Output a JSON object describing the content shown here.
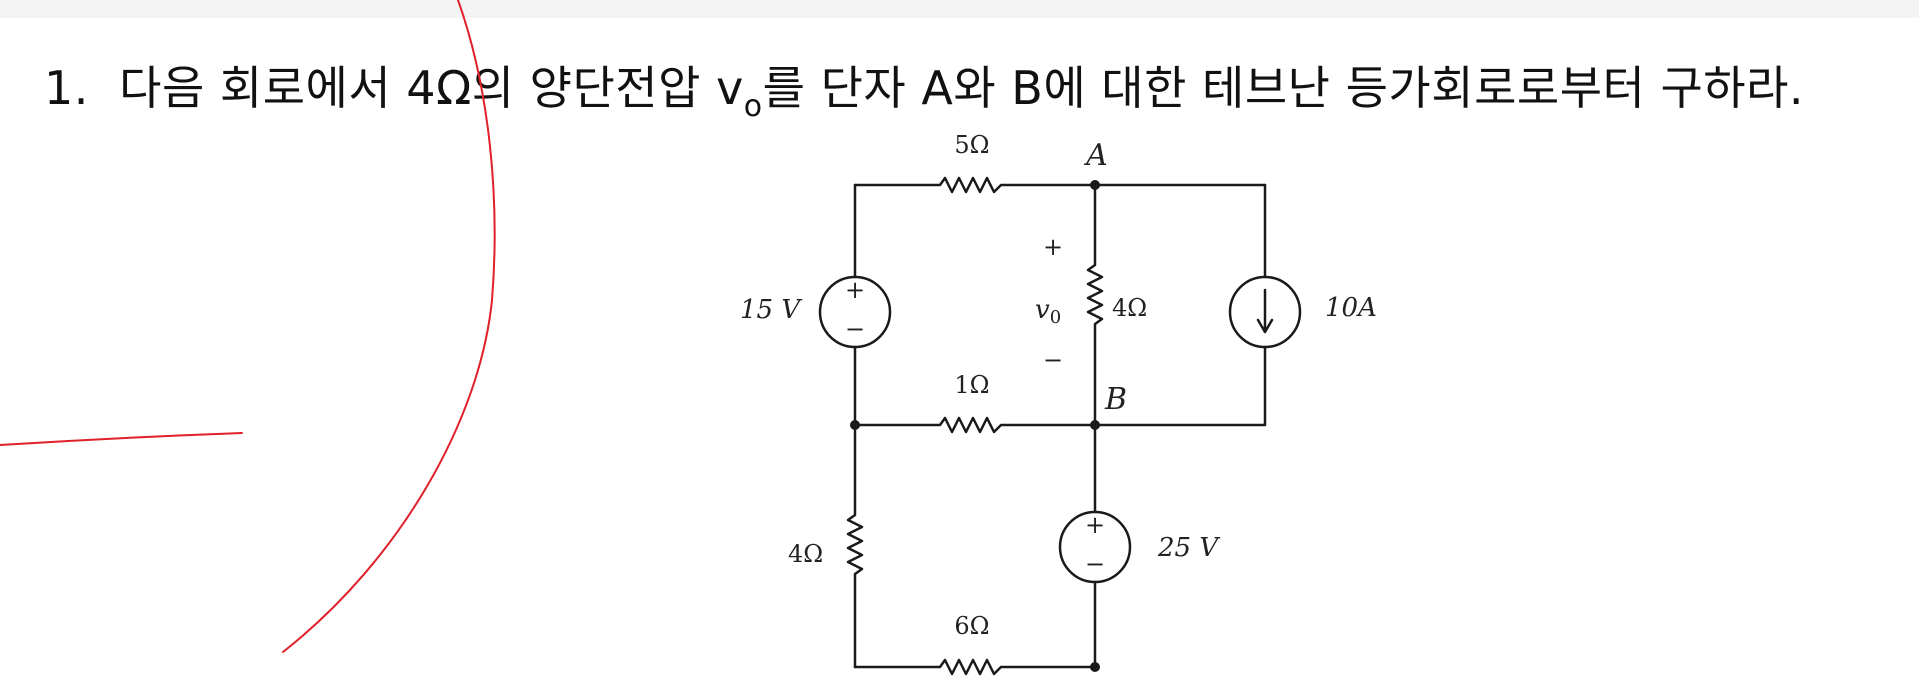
{
  "question": {
    "number": "1.",
    "text_before": "다음 회로에서 4Ω의 양단전압 v",
    "subscript": "o",
    "text_after": "를 단자 A와 B에 대한 테브난 등가회로로부터 구하라."
  },
  "circuit": {
    "top_resistor": "5Ω",
    "node_a": "A",
    "node_b": "B",
    "left_source": {
      "label": "15 V",
      "plus": "+",
      "minus": "−"
    },
    "middle_resistor": "4Ω",
    "vo_label": "v",
    "vo_subscript": "0",
    "vo_plus": "+",
    "vo_minus": "−",
    "current_source": "10A",
    "mid_resistor": "1Ω",
    "lower_left_resistor": "4Ω",
    "bottom_resistor": "6Ω",
    "right_source": {
      "label": "25 V",
      "plus": "+",
      "minus": "−"
    }
  },
  "colors": {
    "annotation_stroke": "#e0202a",
    "wire": "#1a1a1a"
  }
}
